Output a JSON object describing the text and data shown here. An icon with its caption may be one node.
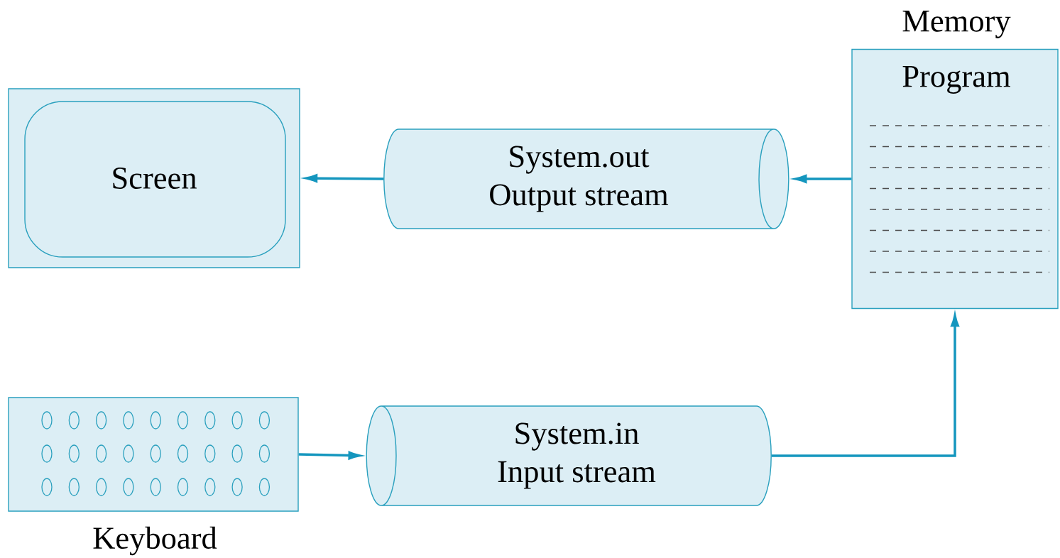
{
  "diagram": {
    "nodes": [
      {
        "text": [
          "Screen"
        ]
      },
      {
        "text": [
          "System.out",
          "Output stream"
        ]
      },
      {
        "text": [
          "Memory",
          "Program"
        ]
      },
      {
        "text": [
          "Keyboard"
        ]
      },
      {
        "text": [
          "System.in",
          "Input stream"
        ]
      }
    ],
    "edges": [
      {
        "from": 2,
        "to": 1,
        "arrow": "to"
      },
      {
        "from": 1,
        "to": 0,
        "arrow": "to"
      },
      {
        "from": 3,
        "to": 4,
        "arrow": "to"
      },
      {
        "from": 4,
        "to": 2,
        "arrow": "to"
      }
    ]
  }
}
